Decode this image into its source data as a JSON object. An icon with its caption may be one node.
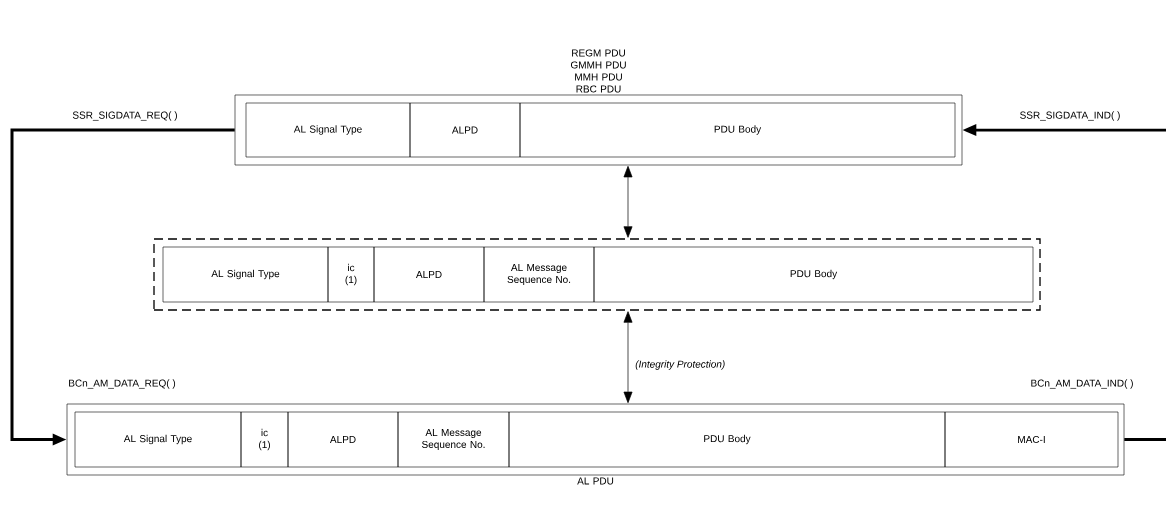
{
  "diagram": {
    "nodes": [
      {
        "text": [
          "REGM PDU GMMH PDU MMH PDU RBC PDU"
        ]
      },
      {
        "text": [
          "AL Signal Type"
        ],
        "in": 0
      },
      {
        "text": [
          "ALPD"
        ],
        "in": 0
      },
      {
        "text": [
          "PDU Body"
        ],
        "in": 0
      },
      {
        "text": [],
        "shape": "box"
      },
      {
        "text": [
          "AL Signal Type"
        ],
        "in": 4
      },
      {
        "text": [
          "ic (1)"
        ],
        "in": 4
      },
      {
        "text": [
          "ALPD"
        ],
        "in": 4
      },
      {
        "text": [
          "AL Message Sequence No."
        ],
        "in": 4
      },
      {
        "text": [
          "PDU Body"
        ],
        "in": 4
      },
      {
        "text": [
          "AL PDU"
        ]
      },
      {
        "text": [
          "AL Signal Type"
        ],
        "in": 10
      },
      {
        "text": [
          "ic (1)"
        ],
        "in": 10
      },
      {
        "text": [
          "ALPD"
        ],
        "in": 10
      },
      {
        "text": [
          "AL Message Sequence No."
        ],
        "in": 10
      },
      {
        "text": [
          "PDU Body"
        ],
        "in": 10
      },
      {
        "text": [
          "MAC-I"
        ],
        "in": 10
      }
    ],
    "edges": [
      {
        "from": 0,
        "to": 10,
        "arrow": "to",
        "style": "thick"
      },
      {
        "from": 10,
        "to": 0,
        "arrow": "to",
        "style": "thick"
      },
      {
        "from": 0,
        "to": 4,
        "arrow": "both"
      },
      {
        "from": 4,
        "to": 10,
        "arrow": "both",
        "label": "(Integrity Protection)"
      }
    ],
    "labels": [
      "SSR_SIGDATA_REQ( )",
      "SSR_SIGDATA_IND( )",
      "BCn_AM_DATA_REQ( )",
      "BCn_AM_DATA_IND( )"
    ]
  }
}
